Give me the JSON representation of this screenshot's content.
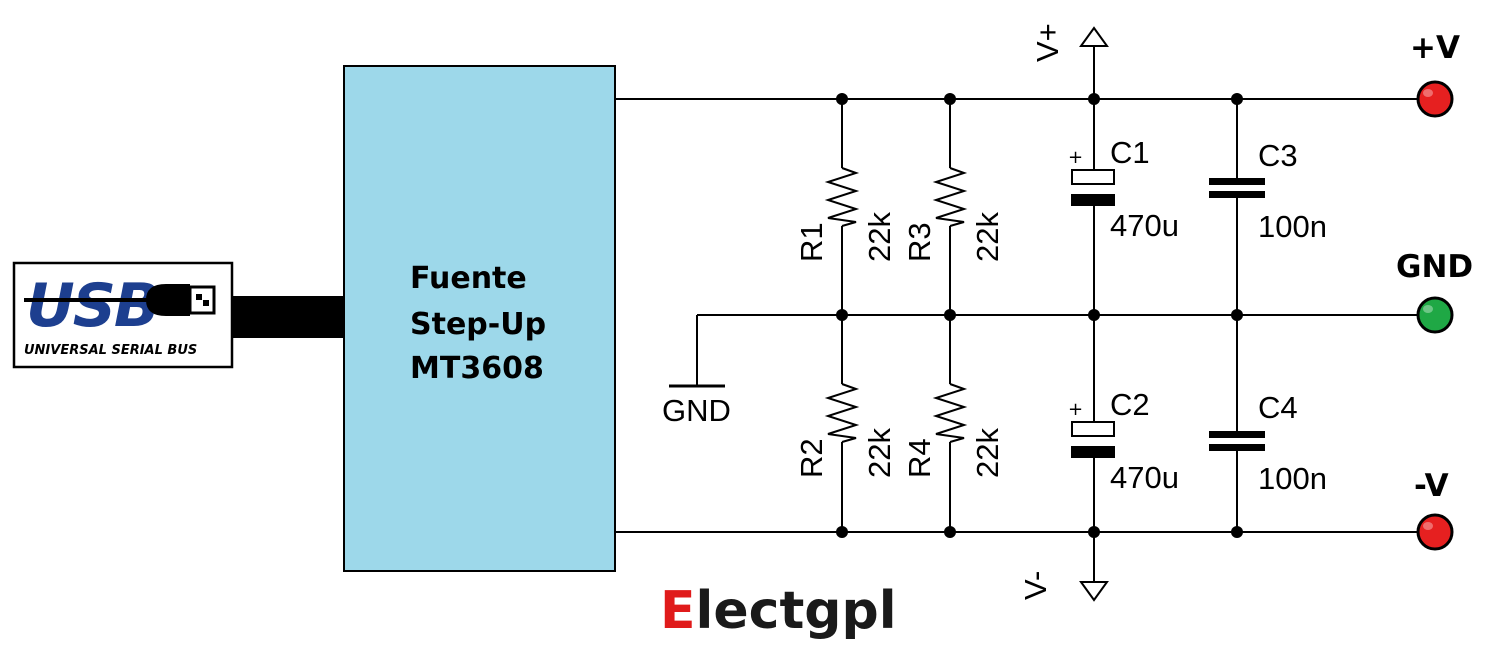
{
  "colors": {
    "block_fill": "#9dd8ea",
    "terminal_pos": "#e62020",
    "terminal_gnd": "#1fa845",
    "terminal_neg": "#e62020",
    "usb_blue": "#1d3f8f",
    "brand_accent": "#e01b1b"
  },
  "usb": {
    "logo_text": "USB",
    "caption": "UNIVERSAL SERIAL BUS"
  },
  "block": {
    "line1": "Fuente",
    "line2": "Step-Up",
    "line3": "MT3608"
  },
  "ground_symbol_label": "GND",
  "rails": {
    "top_label": "V+",
    "bottom_label": "V-"
  },
  "resistors": [
    {
      "ref": "R1",
      "value": "22k"
    },
    {
      "ref": "R3",
      "value": "22k"
    },
    {
      "ref": "R2",
      "value": "22k"
    },
    {
      "ref": "R4",
      "value": "22k"
    }
  ],
  "capacitors": [
    {
      "ref": "C1",
      "value": "470u",
      "polarized": true,
      "plus": "+"
    },
    {
      "ref": "C3",
      "value": "100n",
      "polarized": false
    },
    {
      "ref": "C2",
      "value": "470u",
      "polarized": true,
      "plus": "+"
    },
    {
      "ref": "C4",
      "value": "100n",
      "polarized": false
    }
  ],
  "terminals": [
    {
      "label": "+V"
    },
    {
      "label": "GND"
    },
    {
      "label": "-V"
    }
  ],
  "brand": {
    "first": "E",
    "rest": "lectgpl"
  }
}
